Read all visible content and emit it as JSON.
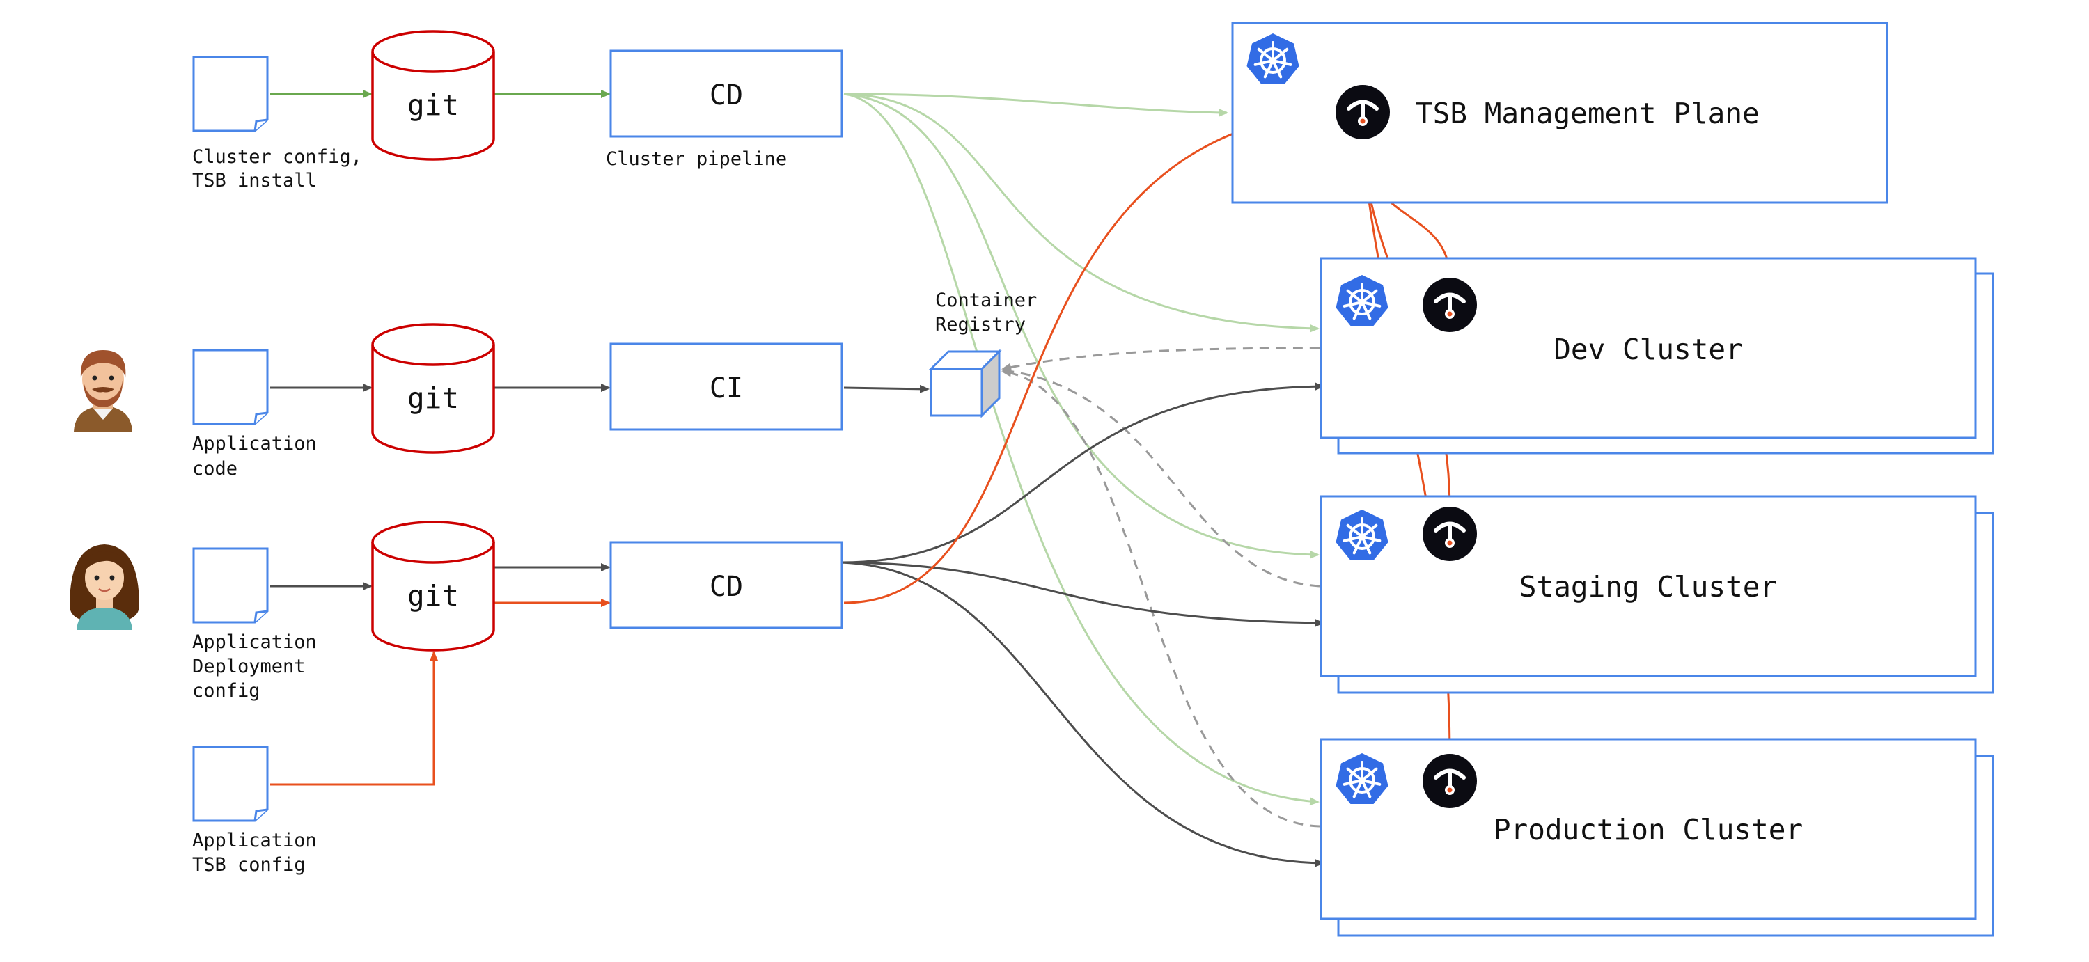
{
  "colors": {
    "box_blue": "#4a86e8",
    "git_red": "#cc0000",
    "flow_green": "#6aa84f",
    "flow_light_green": "#b6d7a8",
    "flow_dark": "#4d4d4d",
    "flow_orange": "#e8501e",
    "flow_dashed": "#999999",
    "k8s_blue": "#326ce5",
    "tsb_black": "#0b0b12"
  },
  "docs": {
    "cluster_config": "Cluster config,\nTSB install",
    "app_code": "Application\ncode",
    "app_deploy_config": "Application\nDeployment\nconfig",
    "app_tsb_config": "Application\nTSB config"
  },
  "repos": {
    "git_1": "git",
    "git_2": "git",
    "git_3": "git"
  },
  "pipelines": {
    "cd_top": "CD",
    "cd_top_caption": "Cluster pipeline",
    "ci": "CI",
    "cd_bottom": "CD"
  },
  "registry": {
    "label": "Container\nRegistry"
  },
  "clusters": {
    "mgmt_plane": "TSB Management Plane",
    "dev": "Dev Cluster",
    "staging": "Staging Cluster",
    "production": "Production Cluster"
  },
  "icons": {
    "kubernetes": "kubernetes-icon",
    "tsb": "tsb-logo-icon",
    "developer_man": "developer-avatar-man",
    "developer_woman": "developer-avatar-woman",
    "document": "document-icon",
    "database": "git-repo-cylinder",
    "cube": "container-cube-icon"
  }
}
